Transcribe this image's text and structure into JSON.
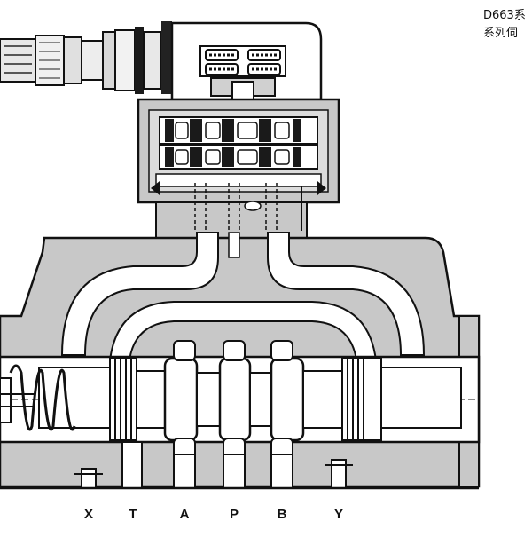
{
  "caption": {
    "line1": "D663系",
    "line2": "系列伺"
  },
  "ports": [
    {
      "id": "x",
      "label": "X"
    },
    {
      "id": "t",
      "label": "T"
    },
    {
      "id": "a",
      "label": "A"
    },
    {
      "id": "p",
      "label": "P"
    },
    {
      "id": "b",
      "label": "B"
    },
    {
      "id": "y",
      "label": "Y"
    }
  ],
  "colors": {
    "housing": "#c8c8c8",
    "cavity": "#ffffff",
    "dark": "#1a1a1a",
    "channel": "#a9a9a9"
  }
}
